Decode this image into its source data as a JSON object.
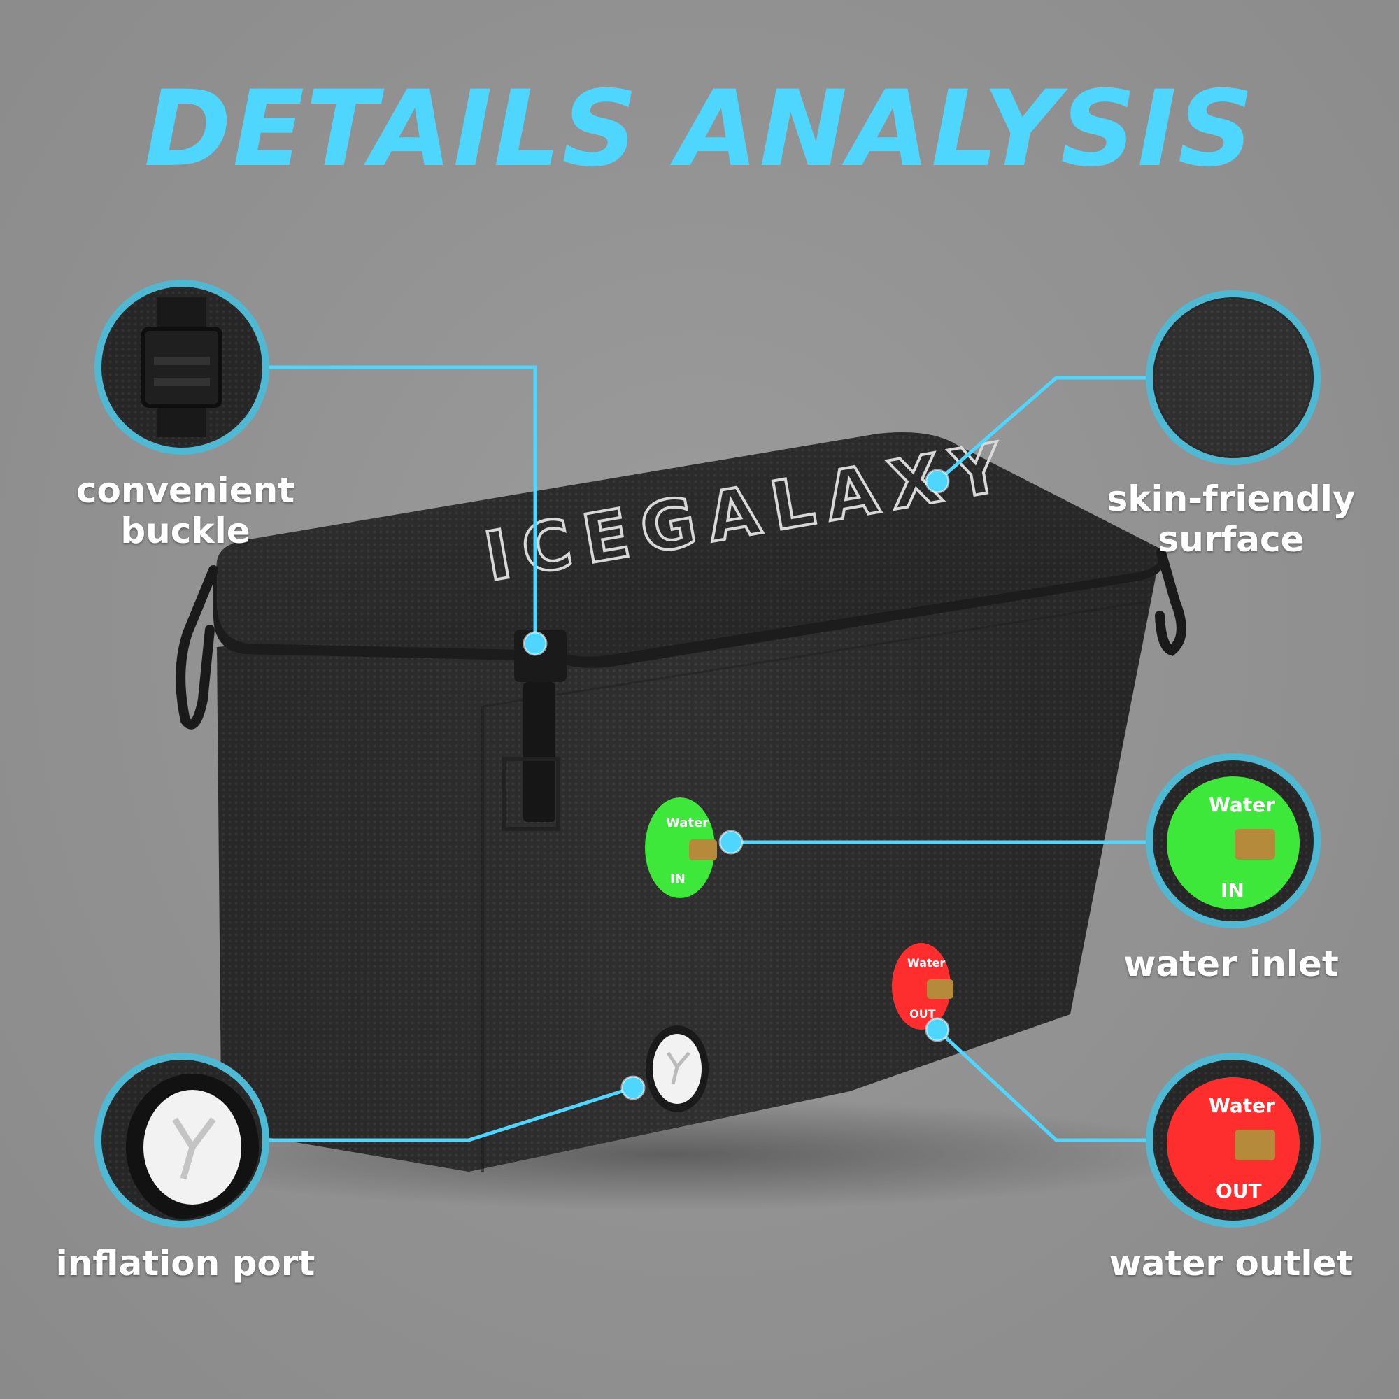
{
  "title": "DETAILS ANALYSIS",
  "brand_logo_text": "ICEGALAXY",
  "callouts": {
    "buckle": "convenient buckle",
    "surface_line1": "skin-friendly",
    "surface_line2": "surface",
    "inlet": "water inlet",
    "outlet": "water outlet",
    "inflation": "inflation port"
  },
  "badges": {
    "inlet_top": "Water",
    "inlet_bottom": "IN",
    "outlet_top": "Water",
    "outlet_bottom": "OUT"
  },
  "colors": {
    "accent": "#4fd6ff",
    "background": "#929292",
    "tub": "#2b2b2b",
    "inlet_green": "#3ee83a",
    "outlet_red": "#ff2e2e"
  }
}
